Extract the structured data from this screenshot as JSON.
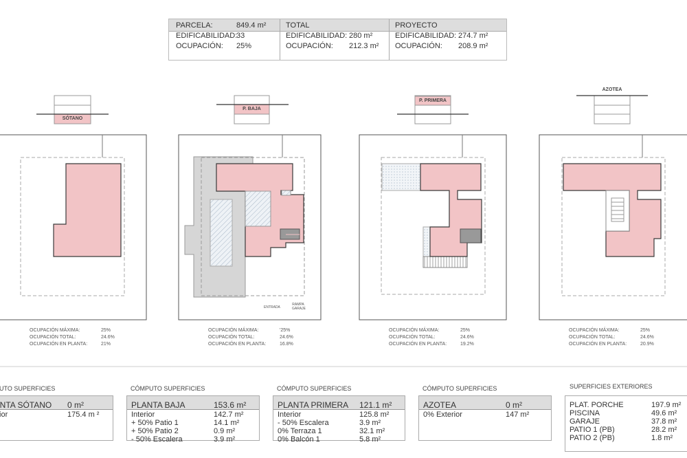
{
  "summary": {
    "parcela": {
      "title": "PARCELA:",
      "title_value": "849.4 m²",
      "edif_label": "EDIFICABILIDAD:",
      "edif_value": "33",
      "ocup_label": "OCUPACIÓN:",
      "ocup_value": "25%"
    },
    "total": {
      "title": "TOTAL",
      "edif_label": "EDIFICABILIDAD:",
      "edif_value": "280 m²",
      "ocup_label": "OCUPACIÓN:",
      "ocup_value": "212.3 m²"
    },
    "proyecto": {
      "title": "PROYECTO",
      "edif_label": "EDIFICABILIDAD:",
      "edif_value": "274.7 m²",
      "ocup_label": "OCUPACIÓN:",
      "ocup_value": "208.9 m²"
    }
  },
  "levels": [
    "SÓTANO",
    "P. BAJA",
    "P. PRIMERA",
    "AZOTEA"
  ],
  "plan_labels": {
    "entrada": "ENTRADA",
    "rampa": "RAMPA GARAJE"
  },
  "occupancy_labels": {
    "max": "OCUPACIÓN MÁXIMA:",
    "total": "OCUPACIÓN TOTAL:",
    "planta": "OCUPACIÓN EN PLANTA:"
  },
  "occupancy": [
    {
      "max": "25%",
      "total": "24.6%",
      "planta": "21%"
    },
    {
      "max": "'25%",
      "total": "24.6%",
      "planta": "16.8%"
    },
    {
      "max": "25%",
      "total": "24.6%",
      "planta": "19.2%"
    },
    {
      "max": "25%",
      "total": "24.6%",
      "planta": "20.9%"
    }
  ],
  "computo": [
    {
      "title": "CÓMPUTO SUPERFICIES",
      "header": [
        "PLANTA SÓTANO",
        "0 m²"
      ],
      "rows": [
        [
          "Interior",
          "175.4 m ²"
        ]
      ]
    },
    {
      "title": "CÓMPUTO SUPERFICIES",
      "header": [
        "PLANTA BAJA",
        "153.6 m²"
      ],
      "rows": [
        [
          "Interior",
          "142.7 m²"
        ],
        [
          "+ 50% Patio 1",
          "14.1 m²"
        ],
        [
          "+ 50% Patio 2",
          "0.9 m²"
        ],
        [
          "- 50% Escalera",
          "3.9 m²"
        ]
      ]
    },
    {
      "title": "CÓMPUTO SUPERFICIES",
      "header": [
        "PLANTA PRIMERA",
        "121.1 m²"
      ],
      "rows": [
        [
          "Interior",
          "125.8 m²"
        ],
        [
          "- 50% Escalera",
          "3.9 m²"
        ],
        [
          "0% Terraza 1",
          "32.1 m²"
        ],
        [
          "0% Balcón 1",
          "5.8 m²"
        ]
      ]
    },
    {
      "title": "CÓMPUTO SUPERFICIES",
      "header": [
        "AZOTEA",
        "0 m²"
      ],
      "rows": [
        [
          "0% Exterior",
          "147 m²"
        ]
      ]
    }
  ],
  "exteriores": {
    "title": "SUPERFICIES EXTERIORES",
    "rows": [
      [
        "PLAT. PORCHE",
        "197.9 m²"
      ],
      [
        "PISCINA",
        "49.6 m²"
      ],
      [
        "GARAJE",
        "37.8 m²"
      ],
      [
        "PATIO 1 (PB)",
        "28.2 m²"
      ],
      [
        "PATIO 2 (PB)",
        "1.8 m²"
      ]
    ]
  },
  "colors": {
    "built": "#f2c4c6",
    "outline": "#3a3a3a",
    "porch": "#d6d6d6",
    "header_bg": "#dddddd"
  }
}
